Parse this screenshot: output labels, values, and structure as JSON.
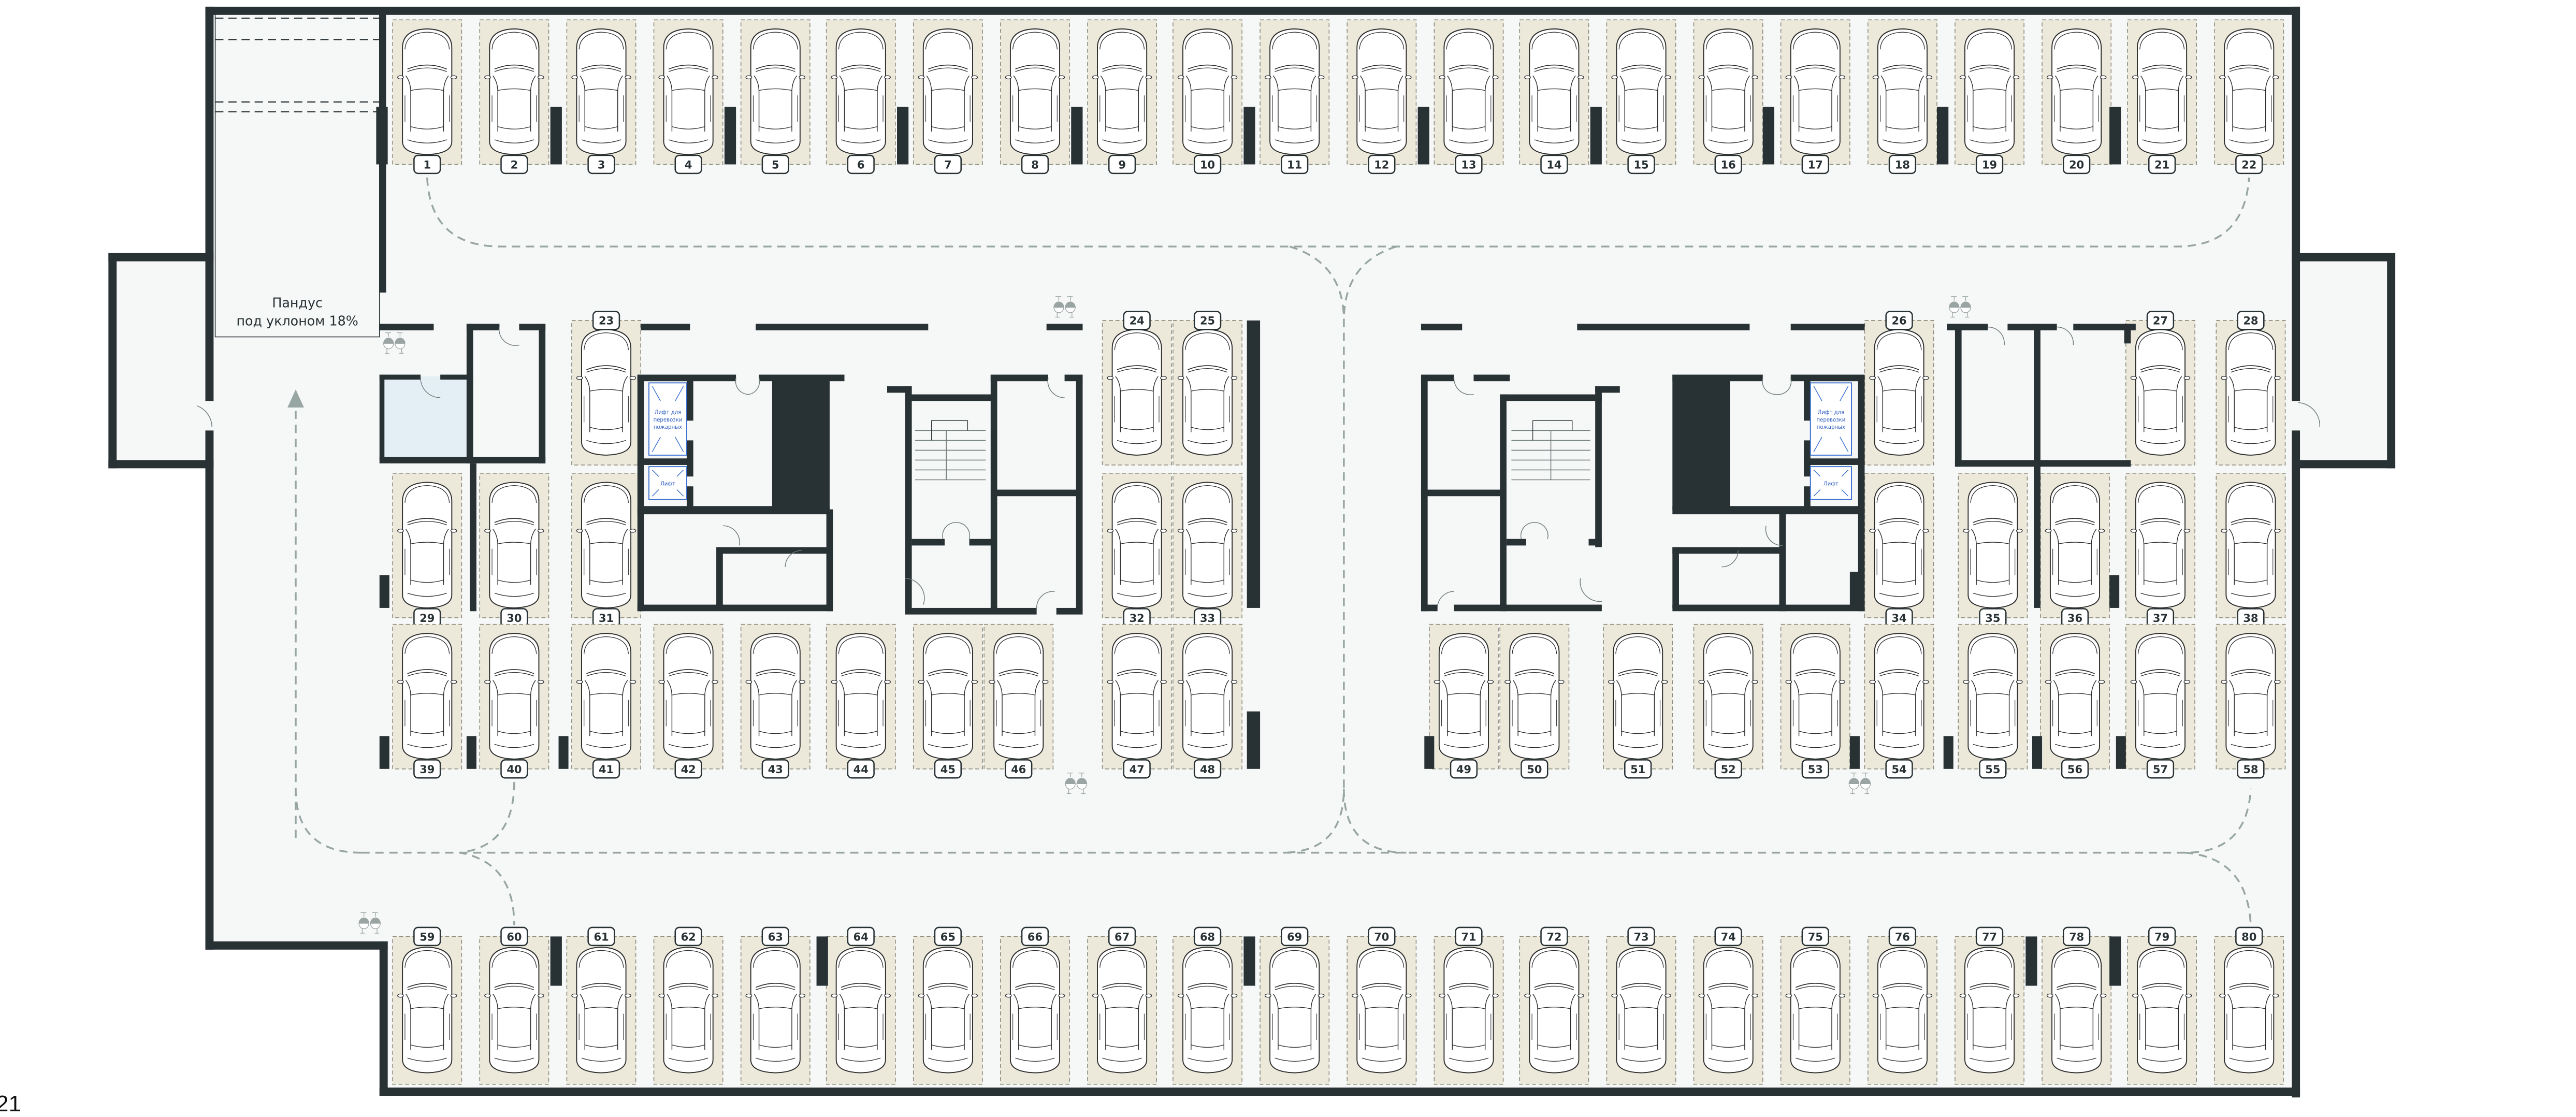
{
  "colors": {
    "wall": "#283134",
    "floor": "#f6f7f7",
    "parking_spot": "#ece9db",
    "route": "#97a5a3",
    "lift_outline": "#3a6fd1",
    "service_room": "#e3eef5"
  },
  "ramp": {
    "line1": "Пандус",
    "line2": "под уклоном 18%"
  },
  "lifts": {
    "left": {
      "fire_lines": [
        "Лифт для",
        "перевозки",
        "пожарных"
      ],
      "passenger": "Лифт"
    },
    "right": {
      "fire_lines": [
        "Лифт для",
        "перевозки",
        "пожарных"
      ],
      "passenger": "Лифт"
    }
  },
  "icons": {
    "car": "car-icon",
    "fire_extinguisher": "fire-extinguisher-icon",
    "door": "door-swing-icon",
    "stairs": "stairs-icon"
  },
  "spots": {
    "top_row": [
      "1",
      "2",
      "3",
      "4",
      "5",
      "6",
      "7",
      "8",
      "9",
      "10",
      "11",
      "12",
      "13",
      "14",
      "15",
      "16",
      "17",
      "18",
      "19",
      "20",
      "21",
      "22"
    ],
    "middle_upper": [
      "23",
      "24",
      "25",
      "26",
      "27",
      "28"
    ],
    "middle_center": [
      "29",
      "30",
      "31",
      "32",
      "33",
      "34",
      "35",
      "36",
      "37",
      "38"
    ],
    "middle_lower": [
      "39",
      "40",
      "41",
      "42",
      "43",
      "44",
      "45",
      "46",
      "47",
      "48",
      "49",
      "50",
      "51",
      "52",
      "53",
      "54",
      "55",
      "56",
      "57",
      "58"
    ],
    "bottom_row": [
      "59",
      "60",
      "61",
      "62",
      "63",
      "64",
      "65",
      "66",
      "67",
      "68",
      "69",
      "70",
      "71",
      "72",
      "73",
      "74",
      "75",
      "76",
      "77",
      "78",
      "79",
      "80"
    ]
  },
  "corner_text": "21"
}
